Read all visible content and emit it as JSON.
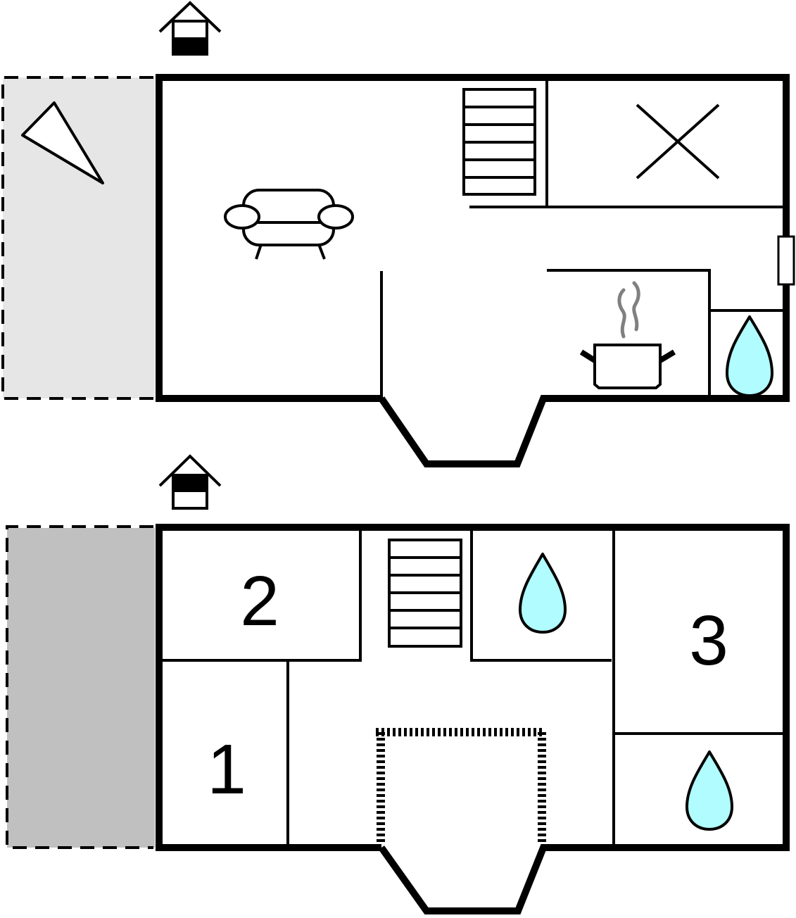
{
  "colors": {
    "wall": "#000000",
    "background": "#ffffff",
    "terrace_upper": "#e6e6e6",
    "terrace_lower": "#c0c0c0",
    "water_drop": "#b0fcff",
    "steam": "#808080"
  },
  "upper_floor": {
    "level_icon": "house-level-icon-upper-floor",
    "terrace_icon": "triangle-icon",
    "living_icon": "sofa-icon",
    "stairs_icon": "stairs-icon",
    "storage_icon": "x-mark-icon",
    "kitchen_icon": "cooking-pot-icon",
    "bathroom_icon": "water-drop-icon"
  },
  "lower_floor": {
    "level_icon": "house-level-icon-ground-floor",
    "rooms": [
      {
        "number": "1"
      },
      {
        "number": "2"
      },
      {
        "number": "3"
      }
    ],
    "stairs_icon": "stairs-icon",
    "bathroom_icons": [
      "water-drop-icon",
      "water-drop-icon"
    ]
  }
}
